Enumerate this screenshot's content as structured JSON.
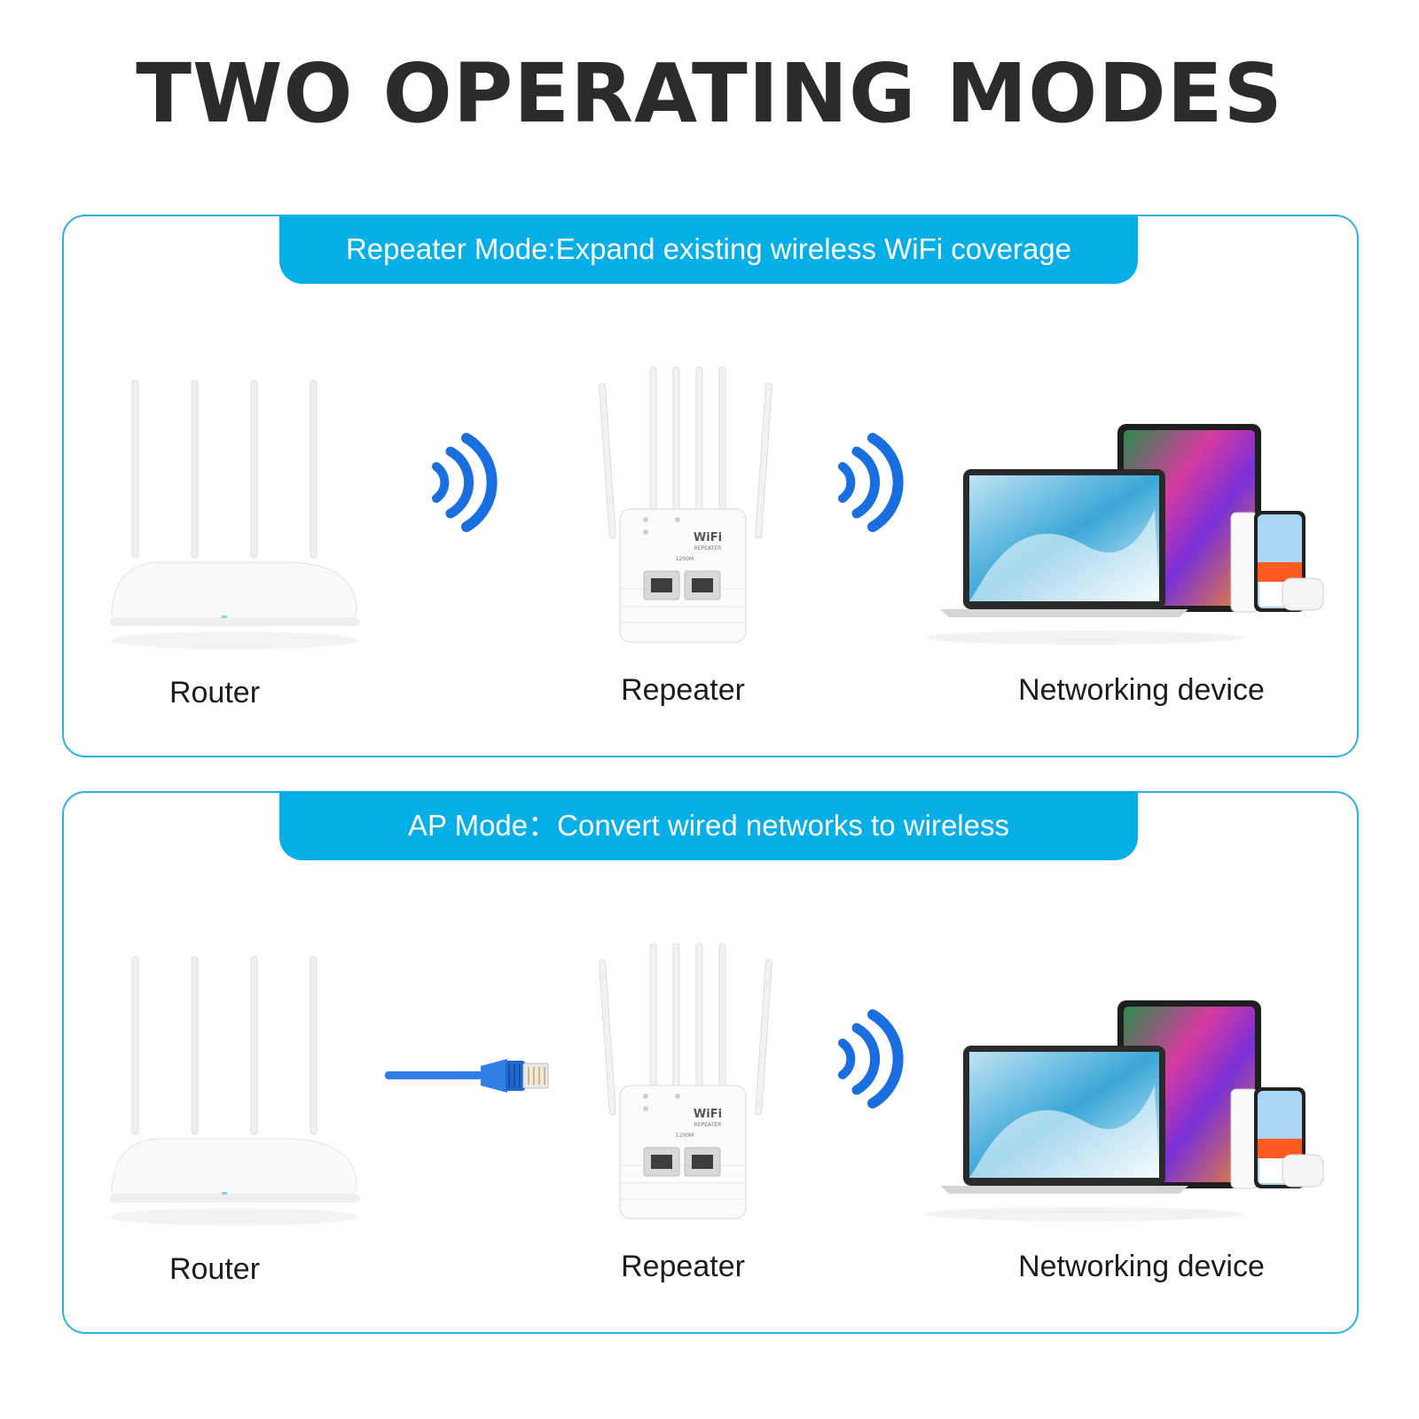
{
  "title": "TWO OPERATING MODES",
  "modes": [
    {
      "banner": "Repeater Mode:Expand existing wireless WiFi coverage",
      "labels": {
        "router": "Router",
        "repeater": "Repeater",
        "device": "Networking device"
      },
      "link1": "wifi",
      "link2": "wifi"
    },
    {
      "banner": "AP Mode：Convert wired networks to wireless",
      "labels": {
        "router": "Router",
        "repeater": "Repeater",
        "device": "Networking device"
      },
      "link1": "ethernet-cable",
      "link2": "wifi"
    }
  ],
  "repeater_logo": {
    "brand": "WiFi",
    "sub": "REPEATER",
    "model": "1200M"
  },
  "colors": {
    "accent": "#04aee6",
    "border": "#2ab3e0",
    "wifi_wave": "#1a6fe0",
    "cable": "#2f7fe6",
    "title": "#2b2b2b"
  }
}
